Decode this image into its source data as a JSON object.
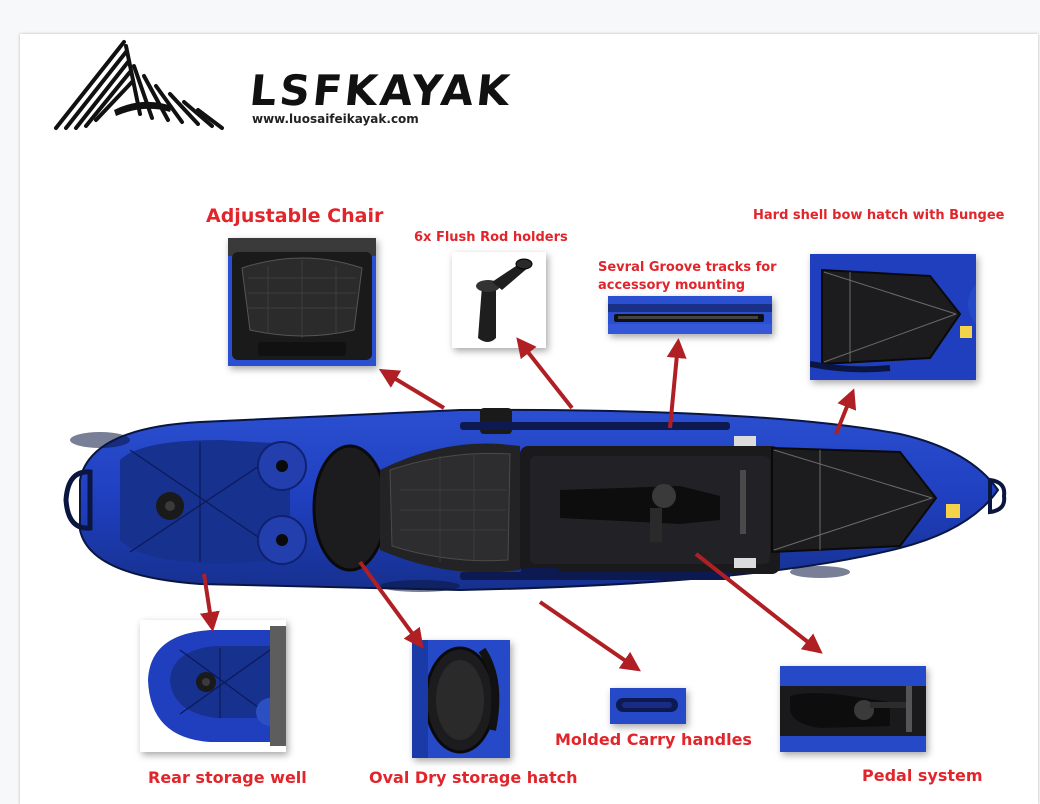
{
  "brand": {
    "name": "LSFKAYAK",
    "website": "www.luosaifeikayak.com"
  },
  "labels": {
    "chair": "Adjustable Chair",
    "rod_holders": "6x Flush Rod holders",
    "groove_line1": "Sevral Groove tracks for",
    "groove_line2": "accessory mounting",
    "bow_hatch": "Hard shell bow hatch with Bungee",
    "rear_well": "Rear storage well",
    "oval_hatch": "Oval Dry storage hatch",
    "carry_handles": "Molded Carry handles",
    "pedal": "Pedal system"
  },
  "colors": {
    "label_red": "#e1252b",
    "hull_blue": "#1f3fbf",
    "hull_dark": "#0a1640",
    "deck_black": "#1c1c1e"
  }
}
